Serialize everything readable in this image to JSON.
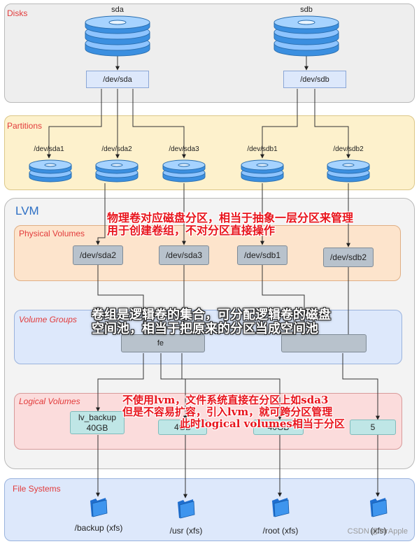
{
  "layers": {
    "disks": "Disks",
    "partitions": "Partitions",
    "lvm": "LVM",
    "physical_volumes": "Physical Volumes",
    "volume_groups": "Volume Groups",
    "logical_volumes": "Logical Volumes",
    "file_systems": "File Systems"
  },
  "disks": [
    {
      "name": "sda",
      "device": "/dev/sda"
    },
    {
      "name": "sdb",
      "device": "/dev/sdb"
    }
  ],
  "partitions": [
    "/dev/sda1",
    "/dev/sda2",
    "/dev/sda3",
    "/dev/sdb1",
    "/dev/sdb2"
  ],
  "physical_volumes": [
    "/dev/sda2",
    "/dev/sda3",
    "/dev/sdb1",
    "/dev/sdb2"
  ],
  "volume_groups": [
    "fe"
  ],
  "logical_volumes": [
    {
      "name": "lv_backup",
      "size": "40GB"
    },
    {
      "name": "",
      "size": "4GB"
    },
    {
      "name": "",
      "size": "40GB"
    },
    {
      "name": "",
      "size": "5"
    }
  ],
  "file_systems": [
    "/backup (xfs)",
    "/usr (xfs)",
    "/root (xfs)",
    "(xfs)"
  ],
  "annotations": {
    "pv_line1": "物理卷对应磁盘分区，相当于抽象一层分区来管理",
    "pv_line2": "用于创建卷组，不对分区直接操作",
    "vg_line1": "卷组是逻辑卷的集合，可分配逻辑卷的磁盘",
    "vg_line2": "空间池，相当于把原来的分区当成空间池",
    "lv_line1": "不使用lvm，文件系统直接在分区上如sda3",
    "lv_line2": "但是不容易扩容，引入lvm，就可跨分区管理",
    "lv_line3": "此时logical volumes相当于分区"
  },
  "watermark": "CSDN @MrApple",
  "colors": {
    "layer_title_red": "#e23b3b",
    "lvm_title_blue": "#2d6fc4",
    "annotation_red": "#e8141c"
  }
}
